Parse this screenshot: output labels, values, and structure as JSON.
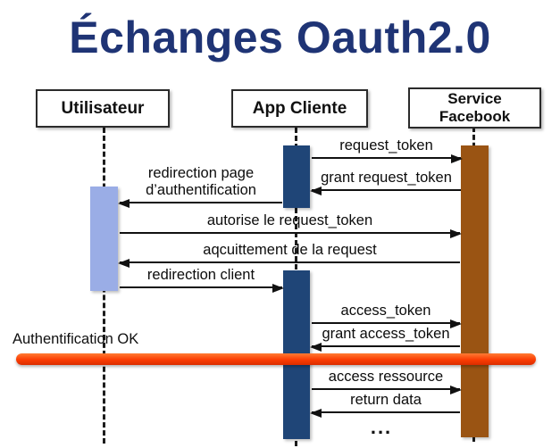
{
  "title": "Échanges Oauth2.0",
  "actors": [
    {
      "label": "Utilisateur"
    },
    {
      "label": "App Cliente"
    },
    {
      "label": "Service\nFacebook"
    }
  ],
  "messages": [
    {
      "label": "request_token",
      "from": "App Cliente",
      "to": "Service Facebook",
      "direction": "right"
    },
    {
      "label": "grant request_token",
      "from": "Service Facebook",
      "to": "App Cliente",
      "direction": "left"
    },
    {
      "label": "redirection page d’authentification",
      "from": "App Cliente",
      "to": "Utilisateur",
      "direction": "left"
    },
    {
      "label": "autorise le request_token",
      "from": "Utilisateur",
      "to": "Service Facebook",
      "direction": "right"
    },
    {
      "label": "aqcuittement de la request",
      "from": "Service Facebook",
      "to": "Utilisateur",
      "direction": "left"
    },
    {
      "label": "redirection client",
      "from": "Utilisateur",
      "to": "App Cliente",
      "direction": "right"
    },
    {
      "label": "access_token",
      "from": "App Cliente",
      "to": "Service Facebook",
      "direction": "right"
    },
    {
      "label": "grant access_token",
      "from": "Service Facebook",
      "to": "App Cliente",
      "direction": "left"
    },
    {
      "label": "access ressource",
      "from": "App Cliente",
      "to": "Service Facebook",
      "direction": "right"
    },
    {
      "label": "return data",
      "from": "Service Facebook",
      "to": "App Cliente",
      "direction": "left"
    }
  ],
  "status": {
    "label": "Authentification OK"
  },
  "ellipsis": "...",
  "colors": {
    "title": "#1f3475",
    "bar_user": "#9aade6",
    "bar_app": "#1f4577",
    "bar_service": "#9a5413",
    "status_line": "#fb3c02"
  }
}
